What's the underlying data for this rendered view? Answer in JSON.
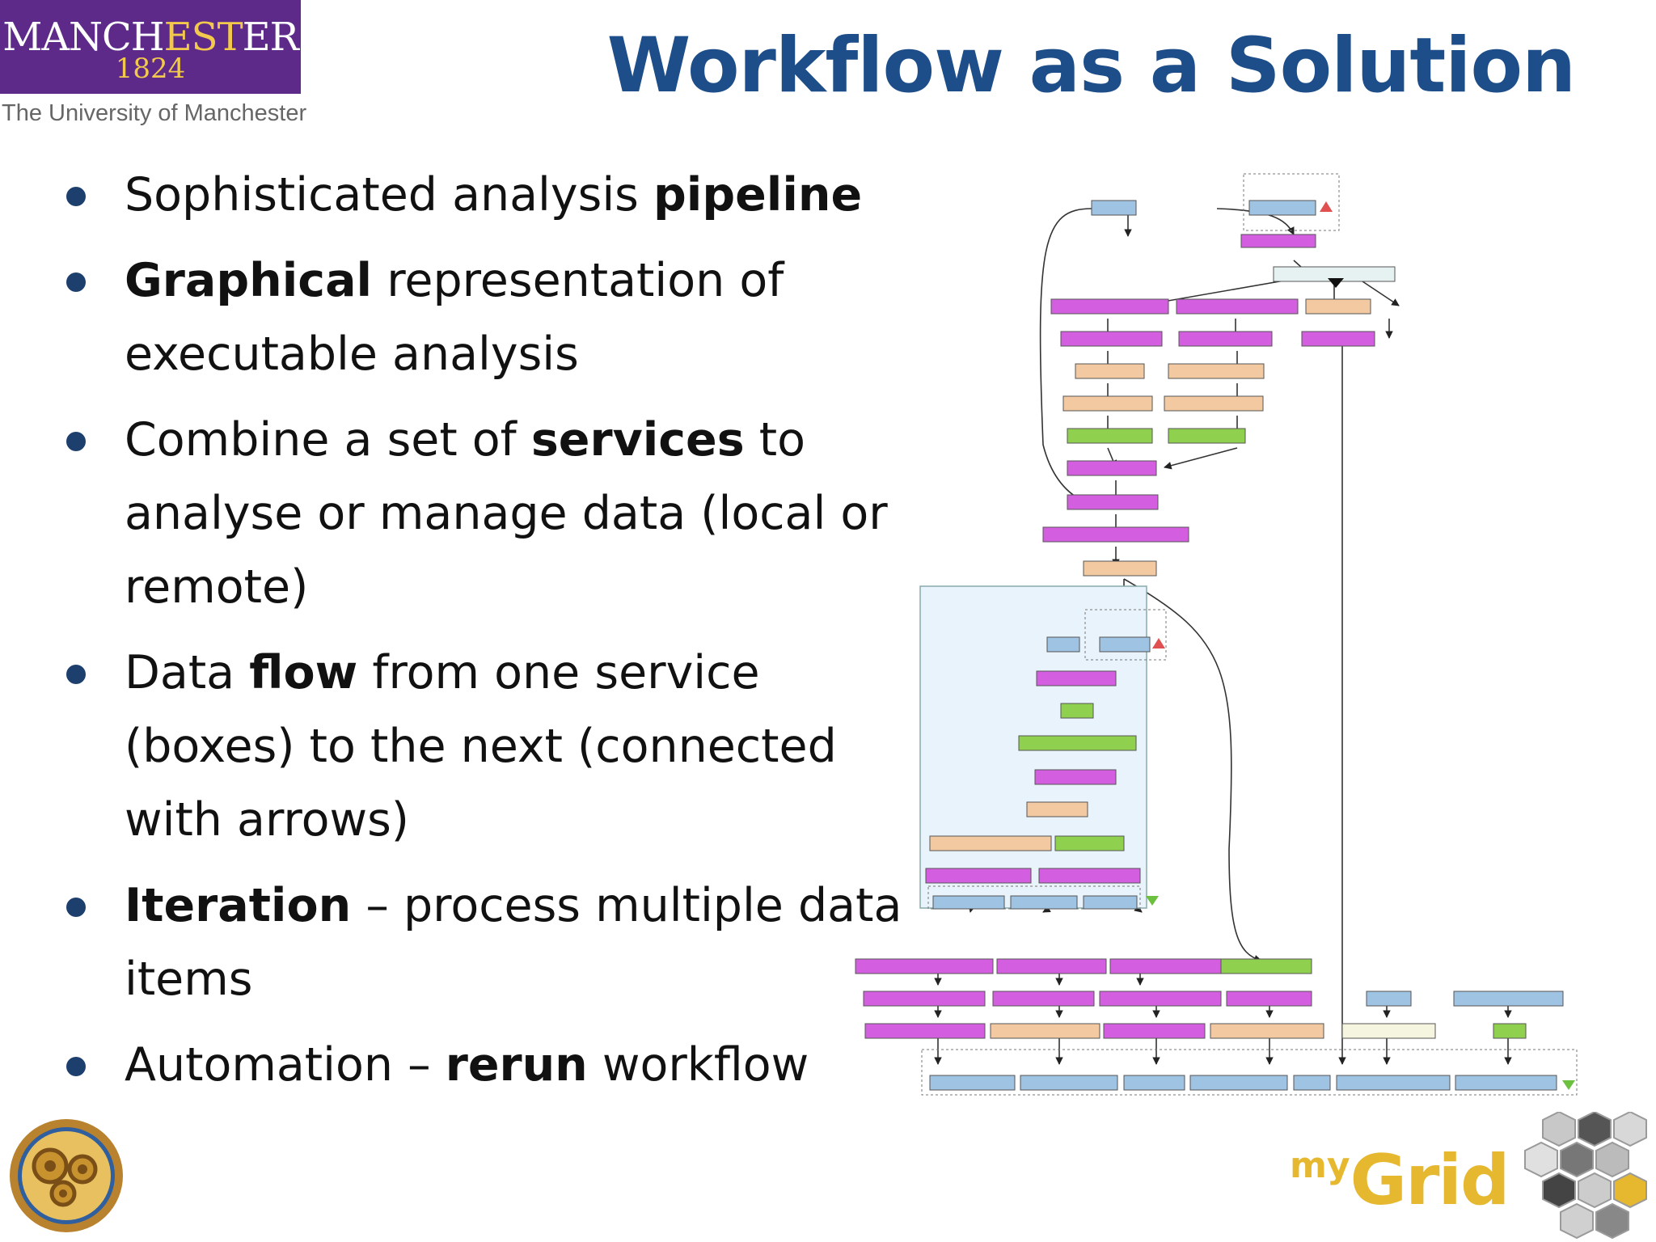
{
  "logo": {
    "name_part1": "MANCH",
    "name_part2": "EST",
    "name_part3": "ER",
    "year": "1824",
    "university": "The University of Manchester"
  },
  "title": "Workflow as a Solution",
  "bullets": [
    {
      "pre": "Sophisticated analysis ",
      "bold": "pipeline",
      "post": ""
    },
    {
      "pre": "",
      "bold": "Graphical",
      "post": " representation of executable analysis"
    },
    {
      "pre": "Combine a set of ",
      "bold": "services",
      "post": " to analyse or manage data (local or remote)"
    },
    {
      "pre": "Data ",
      "bold": "flow",
      "post": " from one service (boxes) to the next (connected with arrows)"
    },
    {
      "pre": "",
      "bold": "Iteration",
      "post": " – process multiple data items"
    },
    {
      "pre": "Automation – ",
      "bold": "rerun",
      "post": " workflow"
    }
  ],
  "footer": {
    "brand_my": "my",
    "brand_grid": "Grid"
  },
  "colors": {
    "title": "#1d4e89",
    "logo_purple": "#5e2a8a",
    "logo_gold": "#f2c94c",
    "bullet_dot": "#1d3f6e",
    "mygrid_gold": "#e6b830",
    "node_magenta": "#d35fe0",
    "node_tan": "#f2c9a0",
    "node_green": "#8fd14f",
    "node_blue": "#9fc3e3",
    "subworkflow_bg": "#e8f3fb"
  }
}
